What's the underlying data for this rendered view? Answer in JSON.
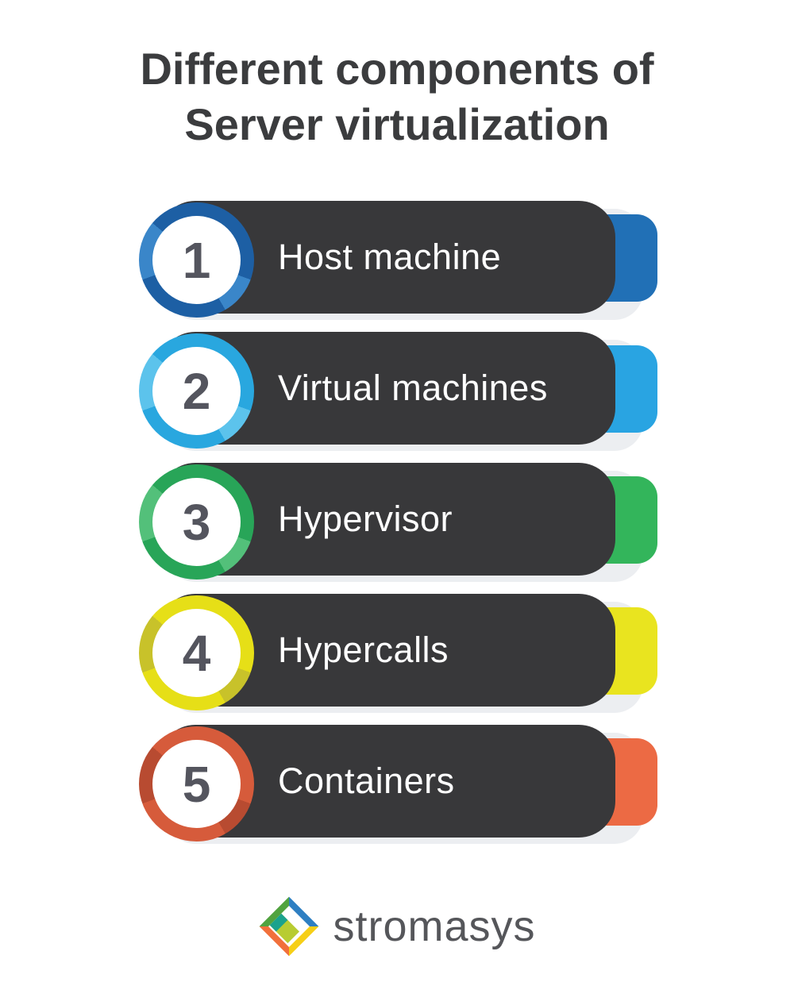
{
  "title": {
    "line1": "Different components of",
    "line2": "Server virtualization"
  },
  "items": [
    {
      "number": "1",
      "label": "Host machine",
      "ring": "#1d5fa4",
      "ring_alt": "#3a86c9",
      "accent": "#2170b6"
    },
    {
      "number": "2",
      "label": "Virtual machines",
      "ring": "#29a7df",
      "ring_alt": "#5cc3ec",
      "accent": "#29a4e2"
    },
    {
      "number": "3",
      "label": "Hypervisor",
      "ring": "#28a558",
      "ring_alt": "#53c07a",
      "accent": "#33b55b"
    },
    {
      "number": "4",
      "label": "Hypercalls",
      "ring": "#e6df17",
      "ring_alt": "#c8c22a",
      "accent": "#e9e41f"
    },
    {
      "number": "5",
      "label": "Containers",
      "ring": "#d65b3b",
      "ring_alt": "#b84b31",
      "accent": "#ec6a44"
    }
  ],
  "footer": {
    "brand": "stromasys",
    "logo_colors": {
      "blue": "#2e7fc2",
      "green": "#51a33f",
      "orange": "#f1703b",
      "yellow": "#f6cf17",
      "yellowgreen": "#b8cc32",
      "teal": "#1aa28d"
    }
  },
  "colors": {
    "background": "#ffffff",
    "pill": "#38383a",
    "shadow_card": "#eceef1",
    "title_text": "#3b3c3e",
    "number_text": "#54555e",
    "label_text": "#ffffff",
    "brand_text": "#55565a"
  }
}
